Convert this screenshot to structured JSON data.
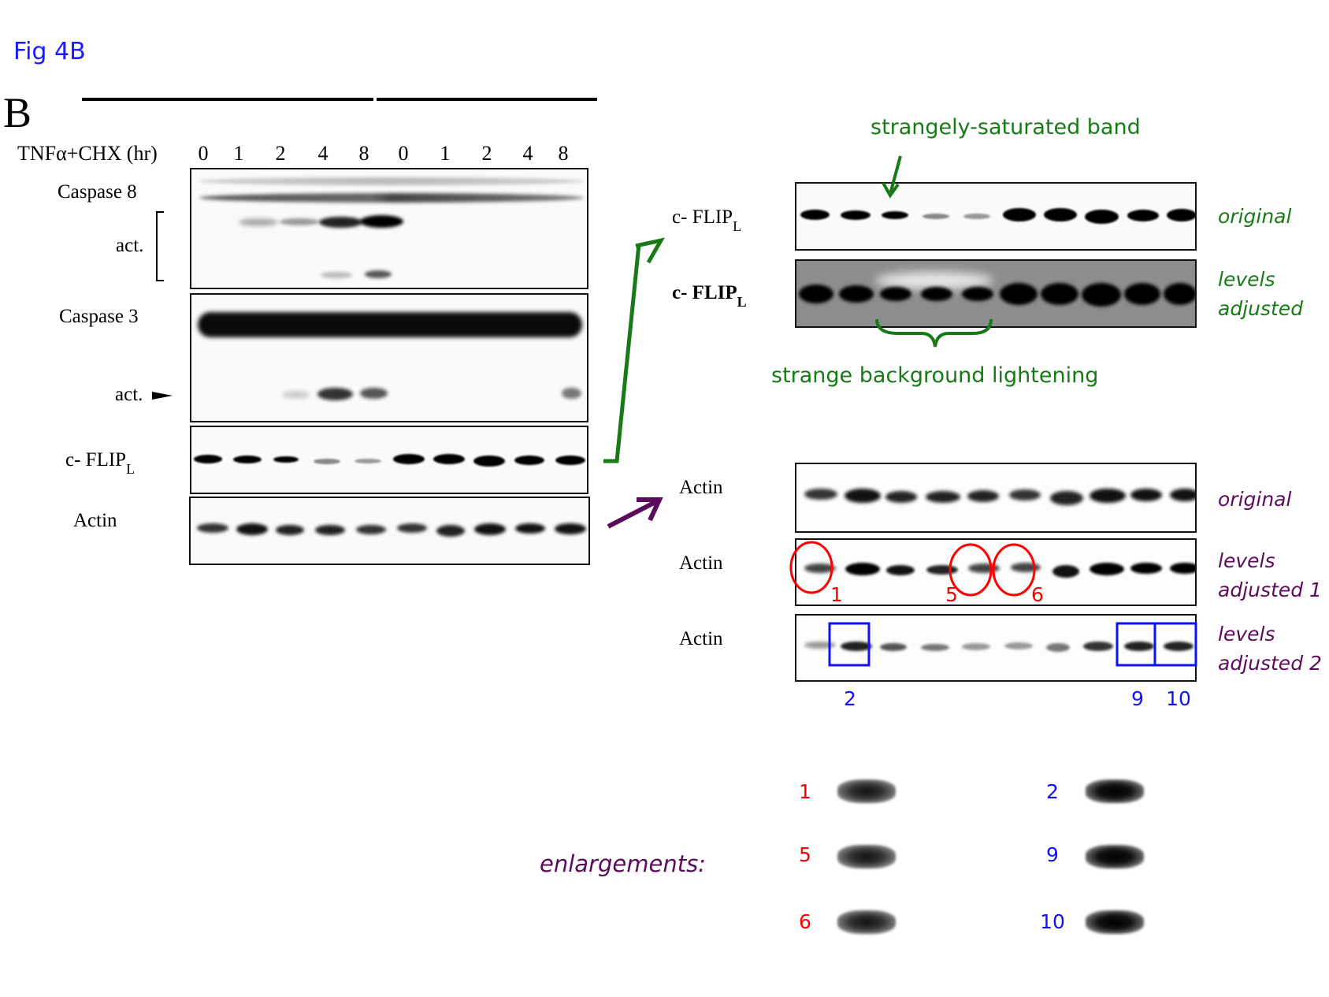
{
  "figure": {
    "title": "Fig 4B",
    "panel_letter": "B",
    "treatment_label": "TNFα+CHX (hr)",
    "lanes": [
      "0",
      "1",
      "2",
      "4",
      "8",
      "0",
      "1",
      "2",
      "4",
      "8"
    ]
  },
  "left_panel": {
    "blots": [
      {
        "name": "Caspase 8",
        "sub_label": "act."
      },
      {
        "name": "Caspase 3",
        "sub_label": "act."
      },
      {
        "name": "c- FLIP",
        "subscript": "L"
      },
      {
        "name": "Actin"
      }
    ]
  },
  "cflip_comparison": {
    "label": "c- FLIP",
    "subscript": "L",
    "rows": [
      {
        "label": "c- FLIP",
        "subscript": "L",
        "caption": "original"
      },
      {
        "label": "c- FLIP",
        "subscript": "L",
        "caption_line1": "levels",
        "caption_line2": "adjusted"
      }
    ],
    "annotation_top": "strangely-saturated band",
    "annotation_bottom": "strange background lightening",
    "color": "#177a17"
  },
  "actin_comparison": {
    "rows": [
      {
        "label": "Actin",
        "caption": "original"
      },
      {
        "label": "Actin",
        "caption_line1": "levels",
        "caption_line2": "adjusted 1"
      },
      {
        "label": "Actin",
        "caption_line1": "levels",
        "caption_line2": "adjusted 2"
      }
    ],
    "circled_lanes": [
      "1",
      "5",
      "6"
    ],
    "boxed_lanes": [
      "2",
      "9",
      "10"
    ],
    "circle_color": "#ff0000",
    "box_color": "#1010ff",
    "color": "#5c0a5c"
  },
  "enlargements": {
    "label": "enlargements:",
    "red_items": [
      "1",
      "5",
      "6"
    ],
    "blue_items": [
      "2",
      "9",
      "10"
    ]
  }
}
